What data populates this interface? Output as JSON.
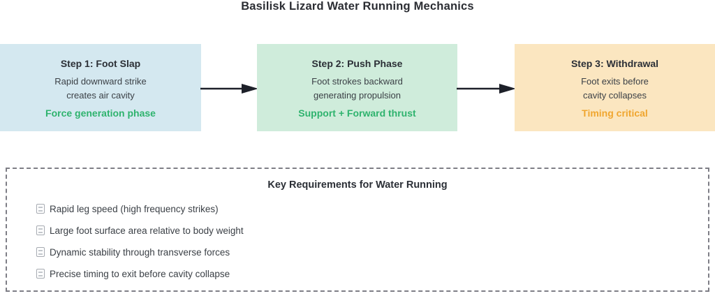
{
  "title": "Basilisk Lizard Water Running Mechanics",
  "steps": [
    {
      "heading": "Step 1: Foot Slap",
      "line1": "Rapid downward strike",
      "line2": "creates air cavity",
      "note": "Force generation phase",
      "bg_color": "#d4e8f0",
      "note_color": "#2fb36e"
    },
    {
      "heading": "Step 2: Push Phase",
      "line1": "Foot strokes backward",
      "line2": "generating propulsion",
      "note": "Support + Forward thrust",
      "bg_color": "#cfecdb",
      "note_color": "#2fb36e"
    },
    {
      "heading": "Step 3: Withdrawal",
      "line1": "Foot exits before",
      "line2": "cavity collapses",
      "note": "Timing critical",
      "bg_color": "#fbe6c0",
      "note_color": "#f0a62f"
    }
  ],
  "requirements": {
    "title": "Key Requirements for Water Running",
    "items": [
      "Rapid leg speed (high frequency strikes)",
      "Large foot surface area relative to body weight",
      "Dynamic stability through transverse forces",
      "Precise timing to exit before cavity collapse"
    ],
    "bullet_icon": "missing-glyph-icon"
  },
  "colors": {
    "title_text": "#2b2d33",
    "body_text": "#3b4046",
    "arrow": "#1d2029",
    "dashed_border": "#7e7e86",
    "green_accent": "#2fb36e",
    "orange_accent": "#f0a62f"
  }
}
